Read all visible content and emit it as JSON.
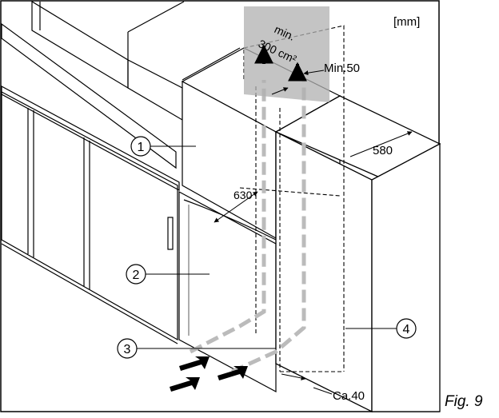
{
  "units": "[mm]",
  "dimensions": {
    "top_gap": "Min.50",
    "vent_area_line1": "min.",
    "vent_area_line2": "300 cm²",
    "depth_cabinet": "630",
    "depth_side": "580",
    "bottom_gap": "Ca.40"
  },
  "callouts": [
    "1",
    "2",
    "3",
    "4"
  ],
  "caption": "Fig. 9"
}
